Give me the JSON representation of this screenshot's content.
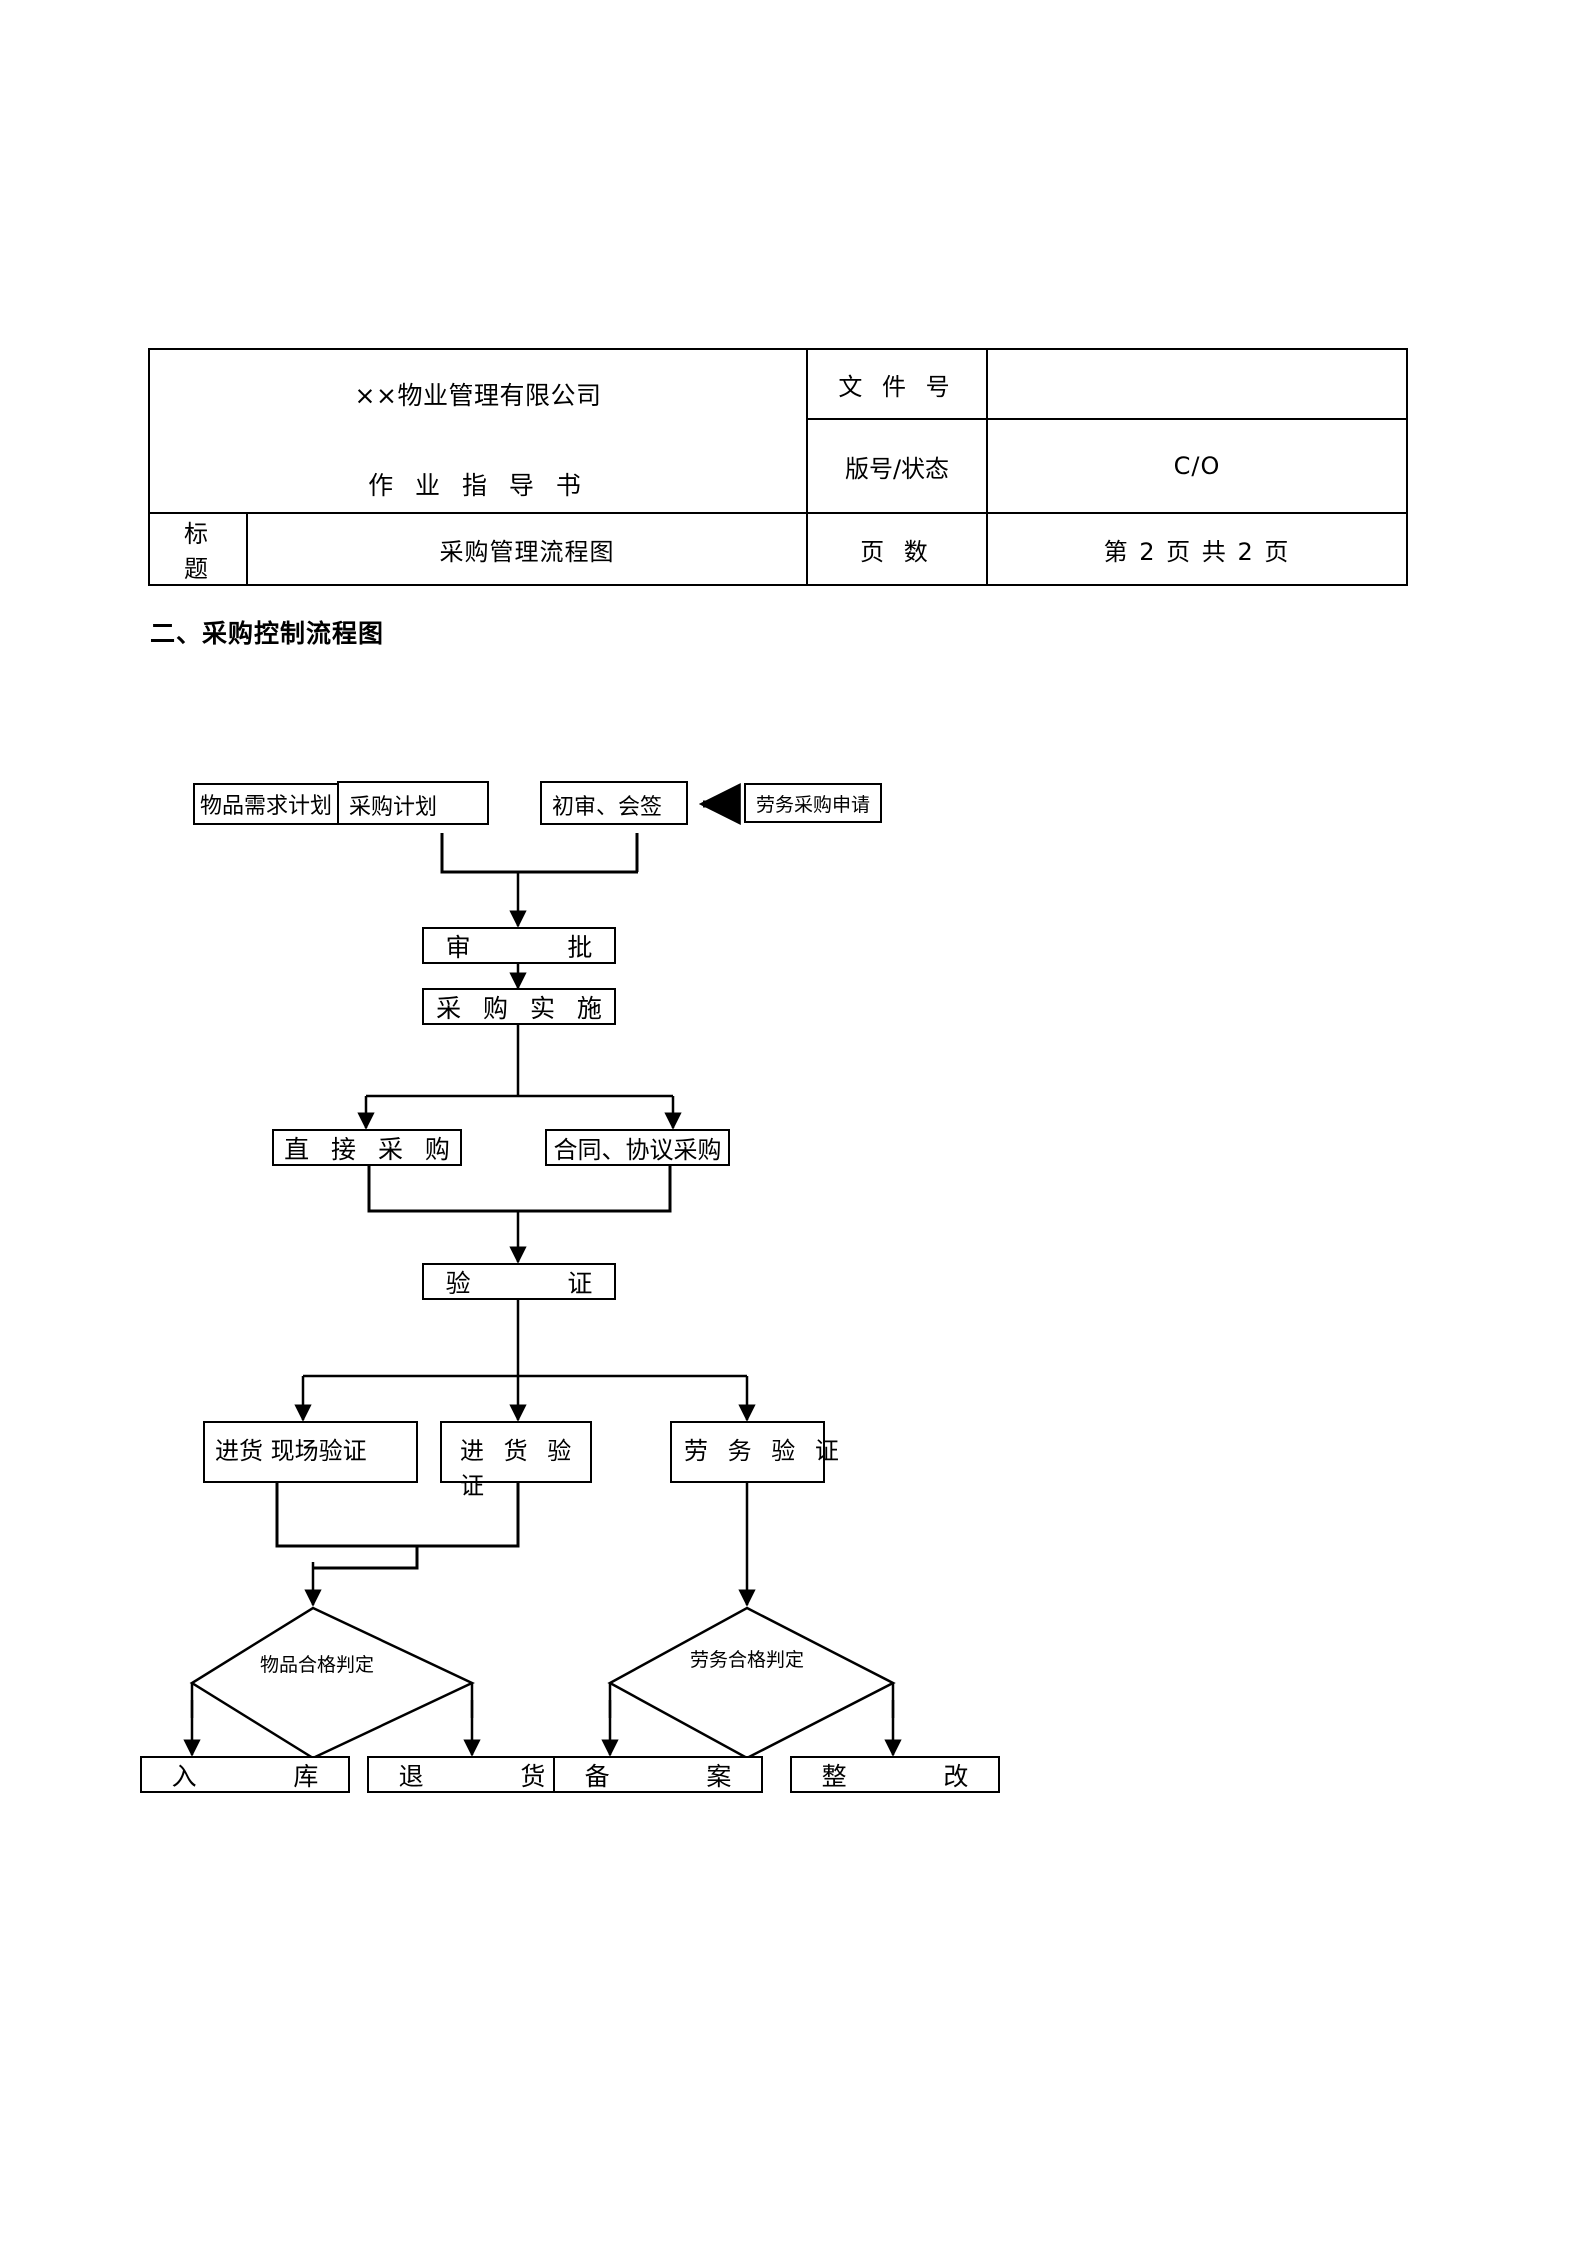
{
  "header_table": {
    "company_name": "××物业管理有限公司",
    "doc_type": "作 业 指 导 书",
    "label_file_no": "文 件 号",
    "value_file_no": "",
    "label_version": "版号/状态",
    "value_version": "C/O",
    "label_title": "标  题",
    "value_title": "采购管理流程图",
    "label_pages": "页  数",
    "value_pages": "第 2 页  共 2 页"
  },
  "section": {
    "heading": "二、采购控制流程图"
  },
  "chart_data": {
    "type": "diagram",
    "title": "采购控制流程图",
    "nodes": [
      {
        "id": "n1",
        "label": "物品需求计划",
        "shape": "rect"
      },
      {
        "id": "n2",
        "label": "采购计划",
        "shape": "rect"
      },
      {
        "id": "n3",
        "label": "初审、会签",
        "shape": "rect"
      },
      {
        "id": "n4",
        "label": "劳务采购申请",
        "shape": "rect"
      },
      {
        "id": "n5",
        "label": "审    批",
        "shape": "rect"
      },
      {
        "id": "n6",
        "label": "采 购 实 施",
        "shape": "rect"
      },
      {
        "id": "n7",
        "label": "直 接 采 购",
        "shape": "rect"
      },
      {
        "id": "n8",
        "label": "合同、协议采购",
        "shape": "rect"
      },
      {
        "id": "n9",
        "label": "验    证",
        "shape": "rect"
      },
      {
        "id": "n10",
        "label": "进货 现场验证",
        "shape": "rect"
      },
      {
        "id": "n11",
        "label": "进 货 验\n证",
        "shape": "rect"
      },
      {
        "id": "n12",
        "label": "劳 务 验 证",
        "shape": "rect"
      },
      {
        "id": "d1",
        "label": "物品合格判定",
        "shape": "diamond"
      },
      {
        "id": "d2",
        "label": "劳务合格判定",
        "shape": "diamond"
      },
      {
        "id": "n13",
        "label": "入    库",
        "shape": "rect"
      },
      {
        "id": "n14",
        "label": "退    货",
        "shape": "rect"
      },
      {
        "id": "n15",
        "label": "备    案",
        "shape": "rect"
      },
      {
        "id": "n16",
        "label": "整    改",
        "shape": "rect"
      }
    ],
    "edges": [
      {
        "from": "n1",
        "to": "n2"
      },
      {
        "from": "n4",
        "to": "n3"
      },
      {
        "from": "n2",
        "to": "n5"
      },
      {
        "from": "n3",
        "to": "n5"
      },
      {
        "from": "n5",
        "to": "n6"
      },
      {
        "from": "n6",
        "to": "n7"
      },
      {
        "from": "n6",
        "to": "n8"
      },
      {
        "from": "n7",
        "to": "n9"
      },
      {
        "from": "n8",
        "to": "n9"
      },
      {
        "from": "n9",
        "to": "n10"
      },
      {
        "from": "n9",
        "to": "n11"
      },
      {
        "from": "n9",
        "to": "n12"
      },
      {
        "from": "n10",
        "to": "d1"
      },
      {
        "from": "n11",
        "to": "d1"
      },
      {
        "from": "n12",
        "to": "d2"
      },
      {
        "from": "d1",
        "to": "n13"
      },
      {
        "from": "d1",
        "to": "n14"
      },
      {
        "from": "d2",
        "to": "n15"
      },
      {
        "from": "d2",
        "to": "n16"
      }
    ]
  }
}
